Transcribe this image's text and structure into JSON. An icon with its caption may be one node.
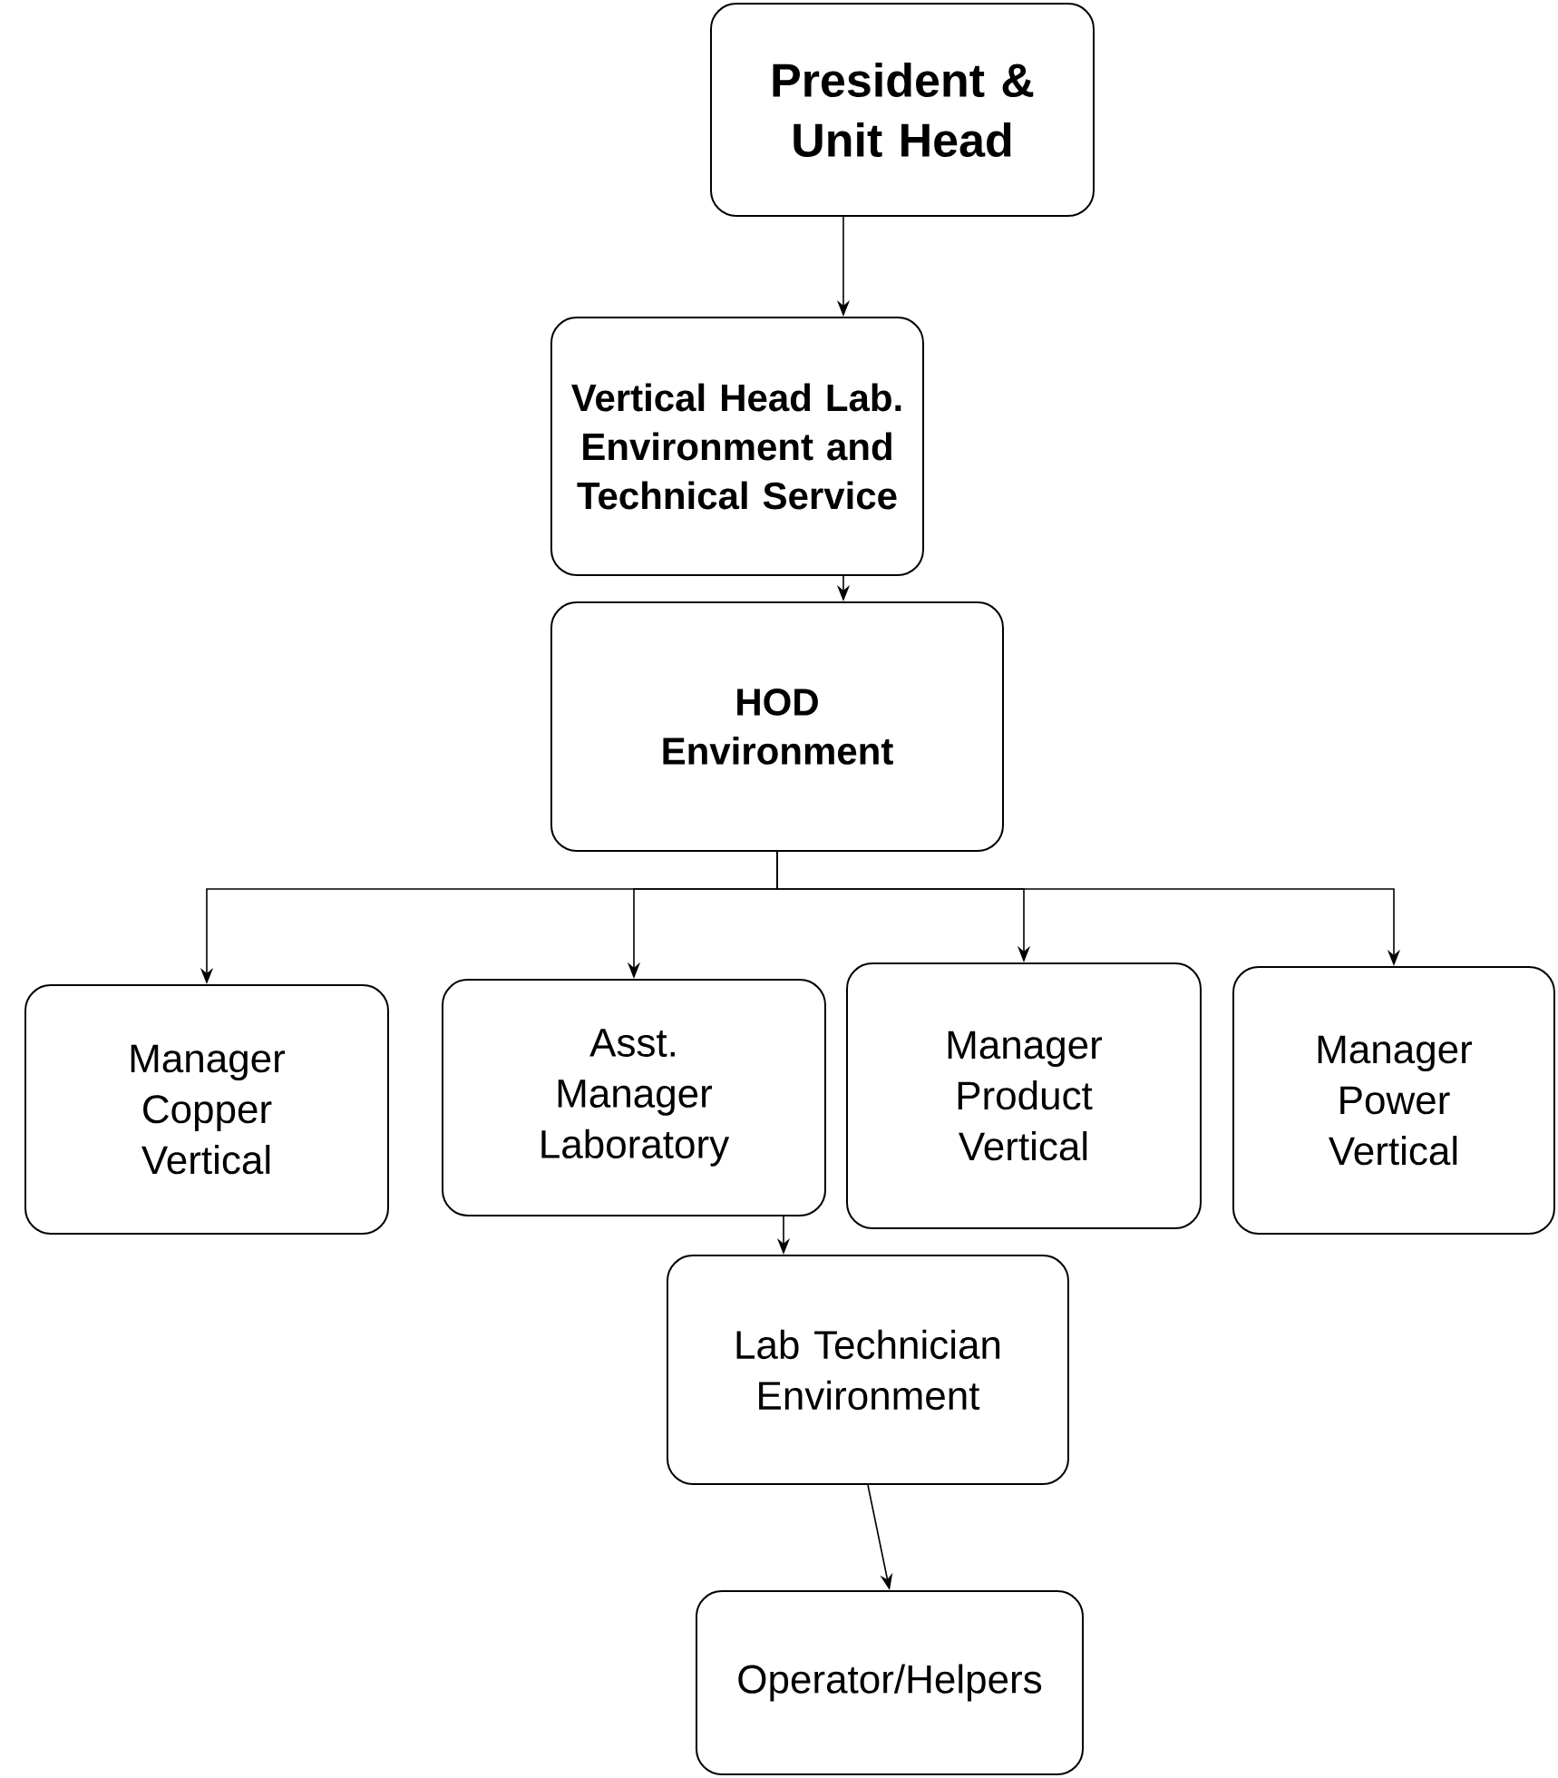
{
  "diagram": {
    "nodes": [
      {
        "text": [
          "President & Unit Head"
        ]
      },
      {
        "text": [
          "Vertical Head Lab. Environment and Technical Service"
        ]
      },
      {
        "text": [
          "HOD Environment"
        ]
      },
      {
        "text": [
          "Manager Copper Vertical"
        ]
      },
      {
        "text": [
          "Asst. Manager Laboratory"
        ]
      },
      {
        "text": [
          "Manager Product Vertical"
        ]
      },
      {
        "text": [
          "Manager Power Vertical"
        ]
      },
      {
        "text": [
          "Lab Technician Environment"
        ]
      },
      {
        "text": [
          "Operator/Helpers"
        ]
      }
    ],
    "edges": [
      {
        "from": 0,
        "to": 1,
        "arrow": "to"
      },
      {
        "from": 1,
        "to": 2,
        "arrow": "to"
      },
      {
        "from": 2,
        "to": 3,
        "arrow": "to"
      },
      {
        "from": 2,
        "to": 4,
        "arrow": "to"
      },
      {
        "from": 2,
        "to": 5,
        "arrow": "to"
      },
      {
        "from": 2,
        "to": 6,
        "arrow": "to"
      },
      {
        "from": 4,
        "to": 7,
        "arrow": "to"
      },
      {
        "from": 7,
        "to": 8,
        "arrow": "to"
      }
    ]
  }
}
